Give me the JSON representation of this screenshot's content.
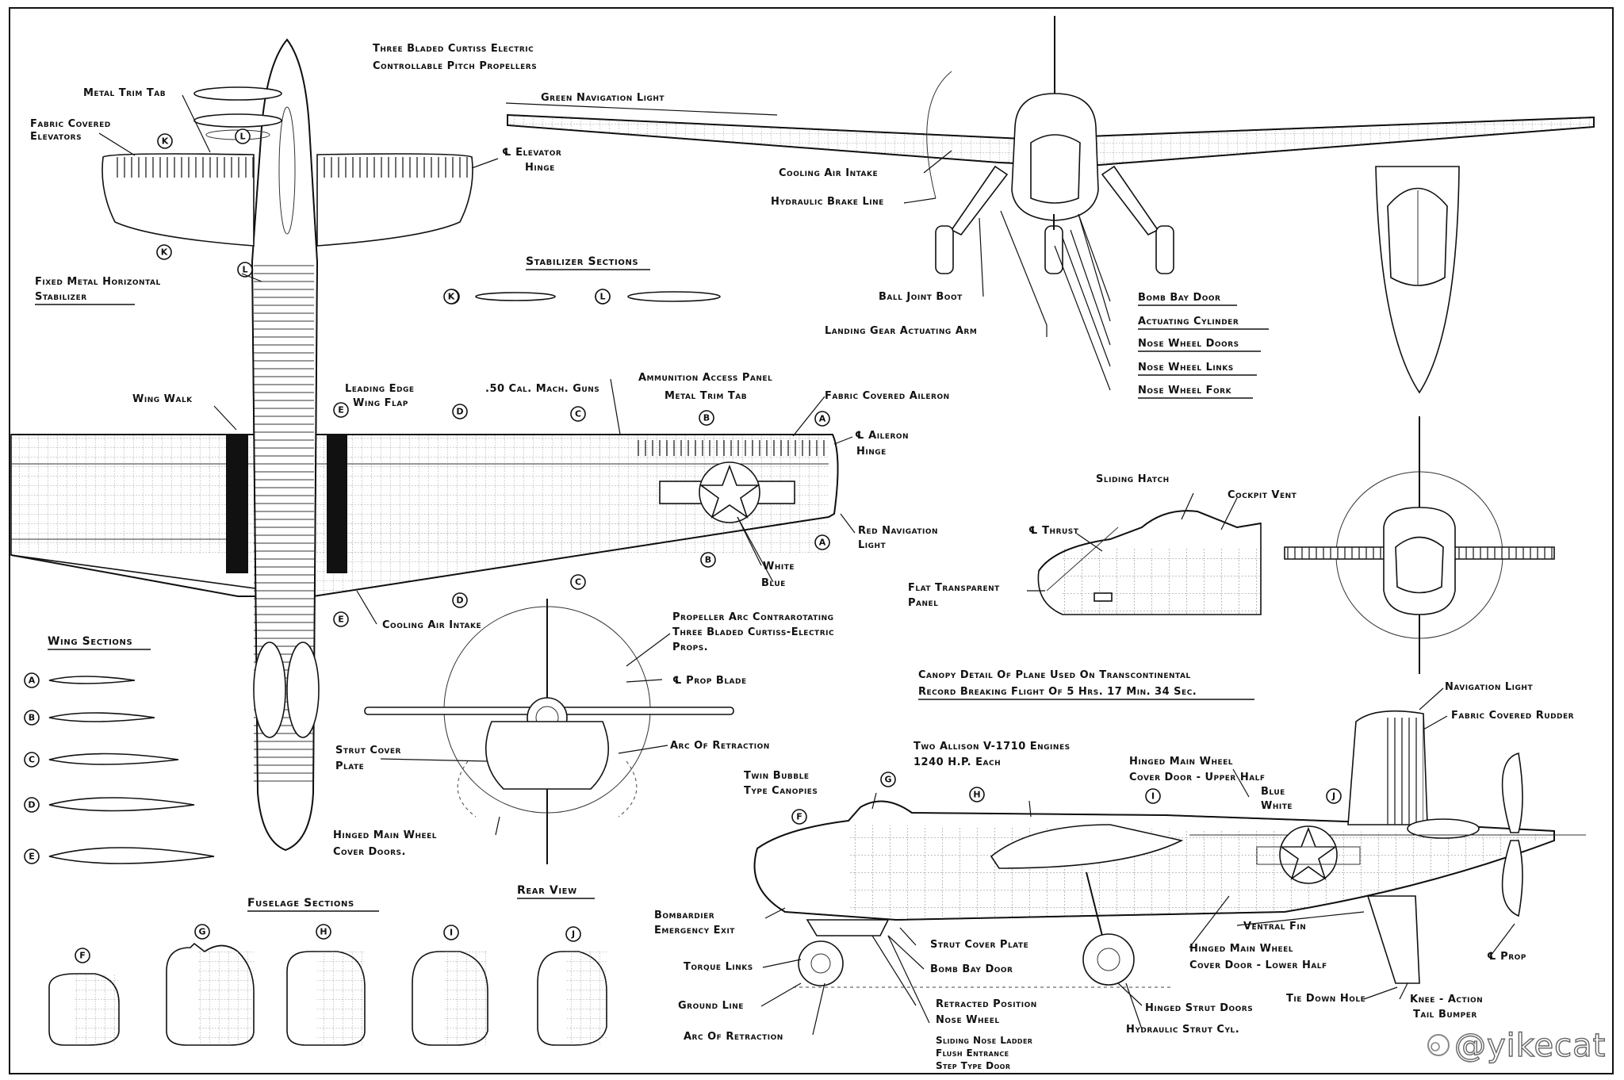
{
  "callouts": {
    "three_bladed": "Three Bladed Curtiss Electric",
    "controllable": "Controllable Pitch Propellers",
    "metal_trim_tab_top": "Metal Trim Tab",
    "fabric_elevators_1": "Fabric Covered",
    "fabric_elevators_2": "Elevators",
    "elevator_hinge_1": "℄ Elevator",
    "elevator_hinge_2": "Hinge",
    "fixed_stab_1": "Fixed Metal Horizontal",
    "fixed_stab_2": "Stabilizer",
    "green_nav": "Green Navigation Light",
    "cooling_air_front": "Cooling Air Intake",
    "hydraulic_brake": "Hydraulic Brake Line",
    "ball_joint": "Ball Joint Boot",
    "landing_gear_arm": "Landing Gear Actuating Arm",
    "bomb_bay_door_front": "Bomb Bay Door",
    "actuating_cylinder": "Actuating Cylinder",
    "nose_wheel_doors": "Nose Wheel Doors",
    "nose_wheel_links": "Nose Wheel Links",
    "nose_wheel_fork": "Nose Wheel Fork",
    "wing_walk": "Wing Walk",
    "leading_edge_1": "Leading Edge",
    "leading_edge_2": "Wing Flap",
    "cal_guns": ".50 Cal. Mach. Guns",
    "ammo_panel": "Ammunition Access Panel",
    "metal_trim_tab_wing": "Metal Trim Tab",
    "fabric_aileron": "Fabric Covered Aileron",
    "aileron_hinge_1": "℄ Aileron",
    "aileron_hinge_2": "Hinge",
    "red_nav_1": "Red Navigation",
    "red_nav_2": "Light",
    "white": "White",
    "blue": "Blue",
    "cooling_air_wing": "Cooling Air Intake",
    "sliding_hatch": "Sliding Hatch",
    "cockpit_vent": "Cockpit Vent",
    "thrust": "℄ Thrust",
    "flat_panel_1": "Flat Transparent",
    "flat_panel_2": "Panel",
    "canopy_detail_1": "Canopy Detail Of Plane Used On Transcontinental",
    "canopy_detail_2": "Record Breaking Flight Of 5 Hrs. 17 Min. 34 Sec.",
    "prop_arc_1": "Propeller Arc Contrarotating",
    "prop_arc_2": "Three Bladed Curtiss-Electric",
    "prop_arc_3": "Props.",
    "prop_blade": "℄ Prop Blade",
    "arc_retraction_rear": "Arc Of Retraction",
    "strut_cover_1": "Strut Cover",
    "strut_cover_2": "Plate",
    "hinged_main_rear_1": "Hinged Main Wheel",
    "hinged_main_rear_2": "Cover Doors.",
    "nav_light": "Navigation Light",
    "fabric_rudder": "Fabric Covered Rudder",
    "allison_1": "Two Allison V-1710 Engines",
    "allison_2": "1240 H.P. Each",
    "hinged_upper_1": "Hinged Main Wheel",
    "hinged_upper_2": "Cover Door - Upper Half",
    "twin_bubble_1": "Twin Bubble",
    "twin_bubble_2": "Type Canopies",
    "blue_side": "Blue",
    "white_side": "White",
    "bombardier_1": "Bombardier",
    "bombardier_2": "Emergency Exit",
    "torque_links": "Torque Links",
    "ground_line": "Ground Line",
    "arc_retraction_side": "Arc Of Retraction",
    "strut_cover_plate": "Strut Cover Plate",
    "bomb_bay_door_side": "Bomb Bay Door",
    "retracted_1": "Retracted Position",
    "retracted_2": "Nose Wheel",
    "ventral_fin": "Ventral Fin",
    "hinged_lower_1": "Hinged Main Wheel",
    "hinged_lower_2": "Cover Door - Lower Half",
    "prop_cl": "℄ Prop",
    "tie_down": "Tie Down Hole",
    "knee_1": "Knee - Action",
    "knee_2": "Tail Bumper",
    "hinged_strut_doors": "Hinged Strut Doors",
    "hydraulic_strut": "Hydraulic Strut Cyl.",
    "bottom_1": "Sliding Nose Ladder",
    "bottom_2": "Flush Entrance",
    "bottom_3": "Step Type Door"
  },
  "titles": {
    "stabilizer_sections": "Stabilizer Sections",
    "wing_sections": "Wing Sections",
    "fuselage_sections": "Fuselage Sections",
    "rear_view": "Rear View"
  },
  "section_letters": {
    "A": "A",
    "B": "B",
    "C": "C",
    "D": "D",
    "E": "E",
    "F": "F",
    "G": "G",
    "H": "H",
    "I": "I",
    "J": "J",
    "K": "K",
    "L": "L"
  },
  "watermark": "@yikecat"
}
